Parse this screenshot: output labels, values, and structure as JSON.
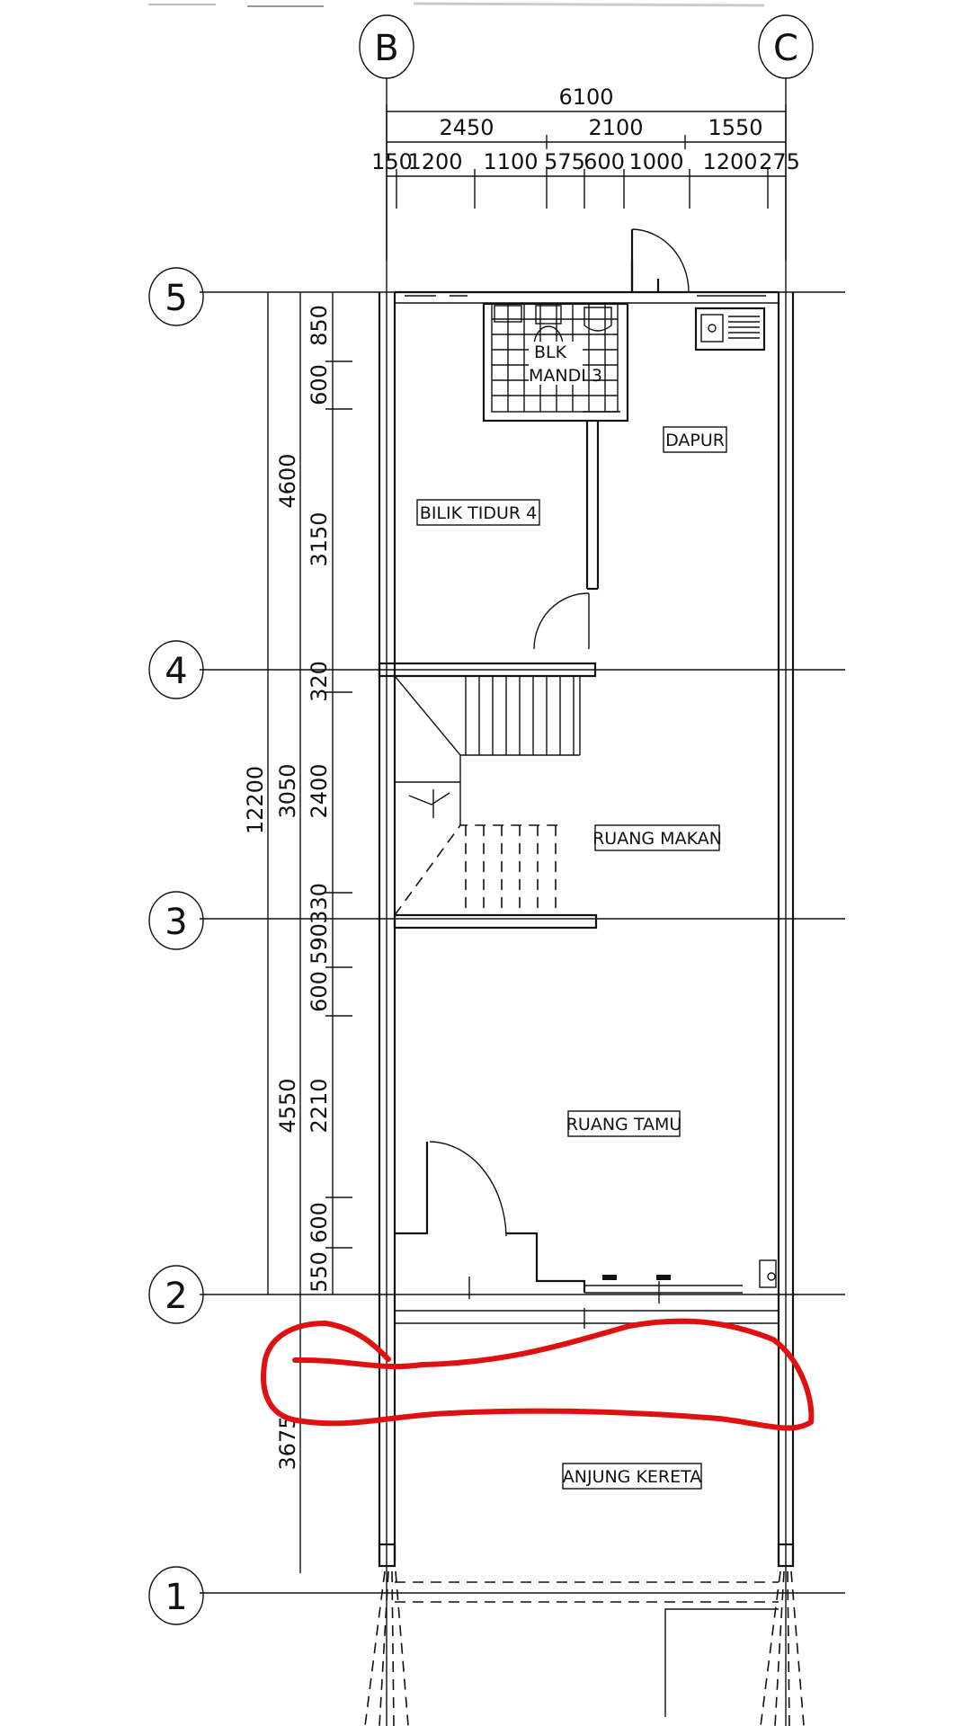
{
  "grid_columns": [
    {
      "id": "col-b",
      "label": "B"
    },
    {
      "id": "col-c",
      "label": "C"
    }
  ],
  "grid_rows": [
    {
      "id": "row-5",
      "label": "5"
    },
    {
      "id": "row-4",
      "label": "4"
    },
    {
      "id": "row-3",
      "label": "3"
    },
    {
      "id": "row-2",
      "label": "2"
    },
    {
      "id": "row-1",
      "label": "1"
    }
  ],
  "top_dimensions": {
    "overall": "6100",
    "middle": [
      "2450",
      "2100",
      "1550"
    ],
    "detail": [
      "150",
      "1200",
      "1100",
      "575",
      "600",
      "1000",
      "1200",
      "275"
    ]
  },
  "left_dimensions": {
    "total": "12200",
    "outer": [
      "4600",
      "3050",
      "4550",
      "3675"
    ],
    "inner": [
      "850",
      "600",
      "3150",
      "320",
      "2400",
      "330",
      "590",
      "600",
      "2210",
      "600",
      "550"
    ]
  },
  "rooms": {
    "bathroom_line1": "BLK",
    "bathroom_line2": "MANDI 3",
    "kitchen": "DAPUR",
    "bedroom": "BILIK TIDUR 4",
    "dining": "RUANG MAKAN",
    "living": "RUANG TAMU",
    "carporch": "ANJUNG KERETA"
  },
  "colors": {
    "linework": "#111111",
    "annotation": "#e01010"
  }
}
